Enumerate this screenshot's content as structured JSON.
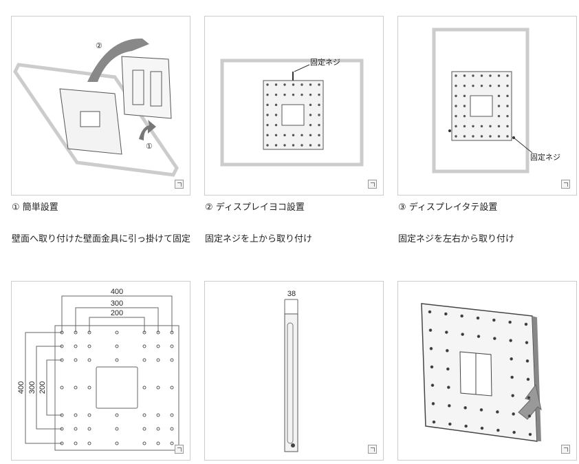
{
  "items": [
    {
      "caption": "① 簡単設置",
      "description": "壁面へ取り付けた壁面金具に引っ掛けて固定",
      "labels": {
        "step1": "①",
        "step2": "②"
      }
    },
    {
      "caption": "② ディスプレイヨコ設置",
      "description": "固定ネジを上から取り付け",
      "labels": {
        "screw": "固定ネジ"
      }
    },
    {
      "caption": "③ ディスプレイタテ設置",
      "description": "固定ネジを左右から取り付け",
      "labels": {
        "screw": "固定ネジ"
      }
    }
  ],
  "diagrams": {
    "dimensions": {
      "d400": "400",
      "d300": "300",
      "d200": "200"
    },
    "profile": {
      "depth": "38"
    }
  },
  "icons": {
    "expand": "expand-icon"
  }
}
